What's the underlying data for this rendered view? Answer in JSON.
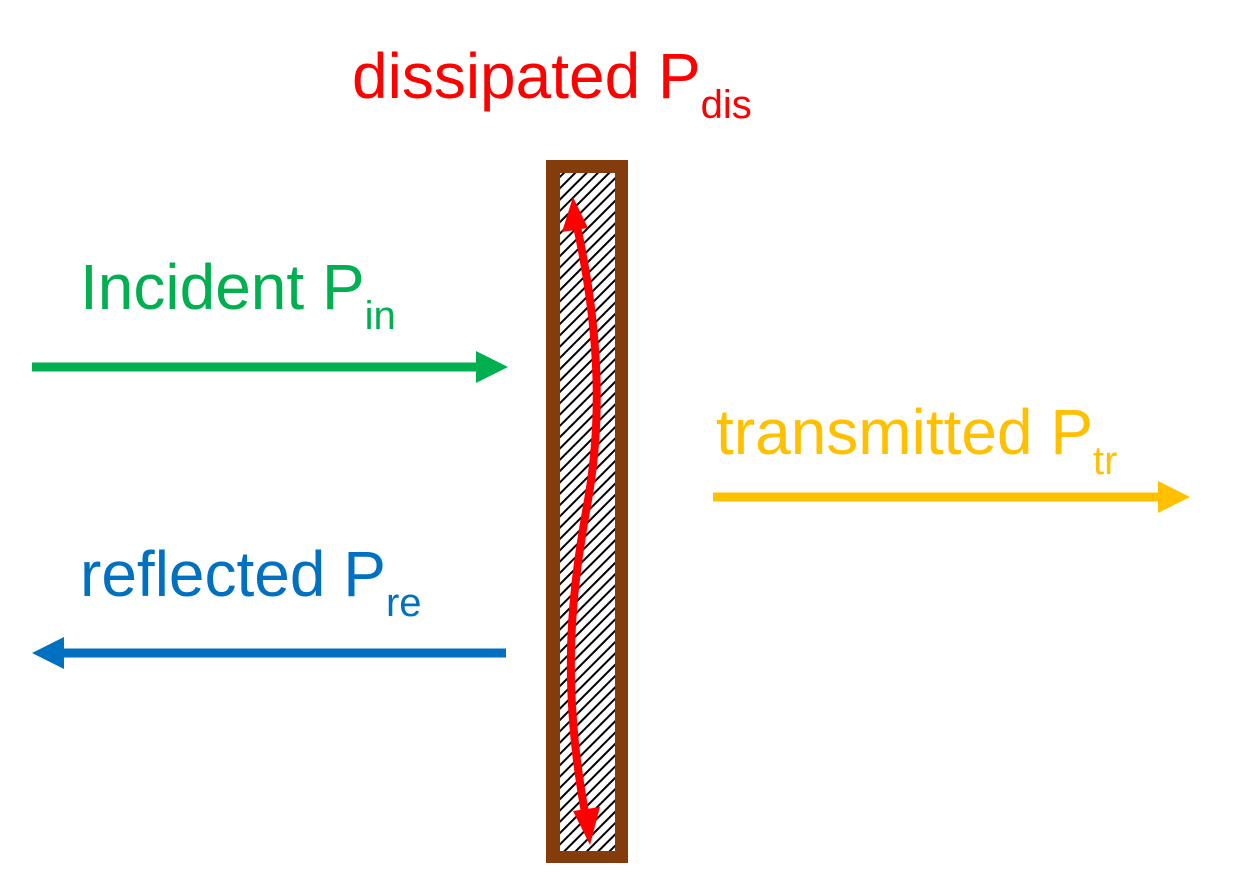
{
  "colors": {
    "incident": "#00b050",
    "reflected": "#0070c0",
    "transmitted": "#ffc000",
    "dissipated": "#ff0000",
    "slab_border": "#843c0c",
    "slab_hatch": "#000000"
  },
  "labels": {
    "incident": {
      "main": "Incident P",
      "sub": "in"
    },
    "reflected": {
      "main": "reflected P",
      "sub": "re"
    },
    "transmitted": {
      "main": "transmitted P",
      "sub": "tr"
    },
    "dissipated": {
      "main": "dissipated P",
      "sub": "dis"
    }
  }
}
